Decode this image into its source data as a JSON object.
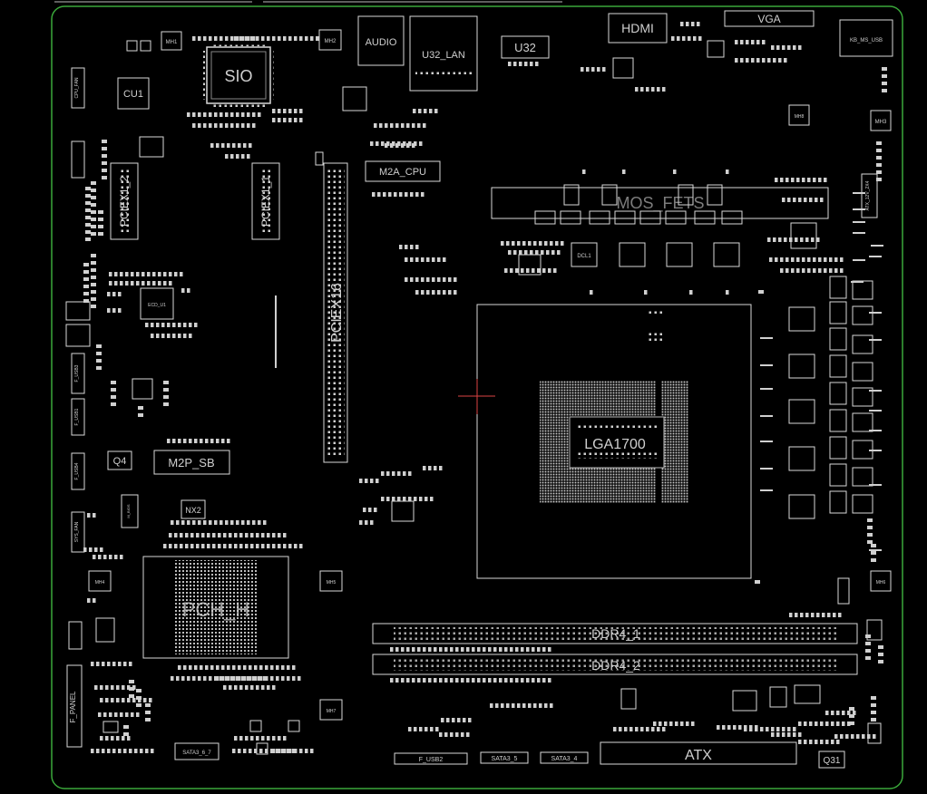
{
  "labels": {
    "sio": "SIO",
    "cu1": "CU1",
    "audio": "AUDIO",
    "u32_lan": "U32_LAN",
    "u32": "U32",
    "hdmi": "HDMI",
    "vga": "VGA",
    "kb_ms_usb": "KB_MS_USB",
    "m2a_cpu": "M2A_CPU",
    "mos_fets": "MOS_FETS",
    "pciex1_2": "PCIEX1_2",
    "pciex1_1": "PCIEX1_1",
    "pciex16": "PCIEX16",
    "lga1700": "LGA1700",
    "q4": "Q4",
    "m2p_sb": "M2P_SB",
    "nx2": "NX2",
    "pch": "PCH_H",
    "ddr4_1": "DDR4_1",
    "ddr4_2": "DDR4_2",
    "atx": "ATX",
    "q31": "Q31",
    "f_panel": "F_PANEL",
    "f_usb2": "F_USB2",
    "sata3_5": "SATA3_5",
    "sata3_4": "SATA3_4",
    "sata3_67": "SATA3_6_7",
    "dcl1": "DCL1",
    "atx_12v": "ATX_12V_2X4",
    "mh1": "MH1",
    "mh2": "MH2",
    "mh3": "MH3",
    "mh4": "MH4",
    "mh5": "MH5",
    "mh6": "MH6",
    "mh7": "MH7",
    "mh8": "MH8",
    "ecd_u1": "ECD_U1",
    "f_usb3": "F_USB3",
    "f_usb1": "F_USB1",
    "f_usb4": "F_USB4",
    "cpu_fan": "CPU_FAN",
    "sys_fan": "SYS_FAN",
    "m_bios": "M_BIOS"
  },
  "colors": {
    "board_outline": "#3aa83a",
    "silkscreen": "#d8d8d8",
    "background": "#000000"
  }
}
